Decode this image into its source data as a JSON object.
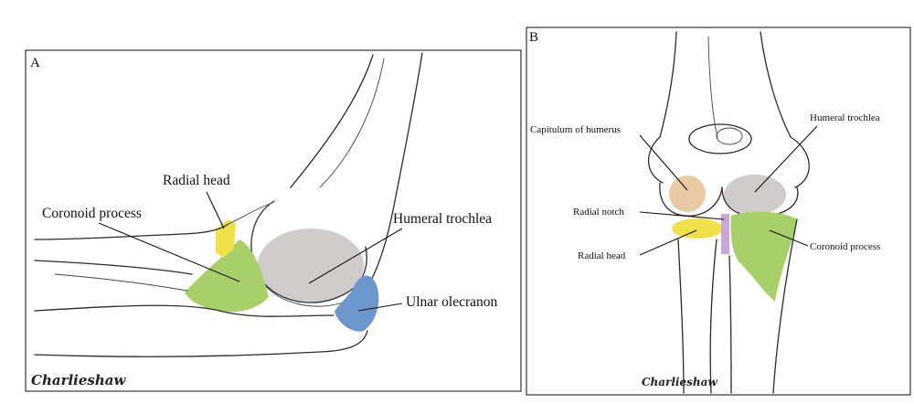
{
  "panel_a": {
    "label": "A",
    "labels": {
      "radial_head": "Radial head",
      "coronoid_process": "Coronoid process",
      "humeral_trochlea": "Humeral trochlea",
      "ulnar_olecranon": "Ulnar olecranon"
    },
    "signature": "Charlieshaw"
  },
  "panel_b": {
    "label": "B",
    "labels": {
      "capitulum_of_humerus": "Capitulum of humerus",
      "humeral_trochlea": "Humeral trochlea",
      "radial_notch": "Radial notch",
      "radial_head": "Radial head",
      "coronoid_process": "Coronoid process"
    },
    "signature": "Charlieshaw"
  },
  "colors": {
    "radial_head": "#f0e14a",
    "coronoid_process": "#a8cf6a",
    "humeral_trochlea": "#cfcccb",
    "ulnar_olecranon": "#6d97cc",
    "capitulum": "#e8c9a4",
    "radial_notch": "#c9a8d8"
  }
}
